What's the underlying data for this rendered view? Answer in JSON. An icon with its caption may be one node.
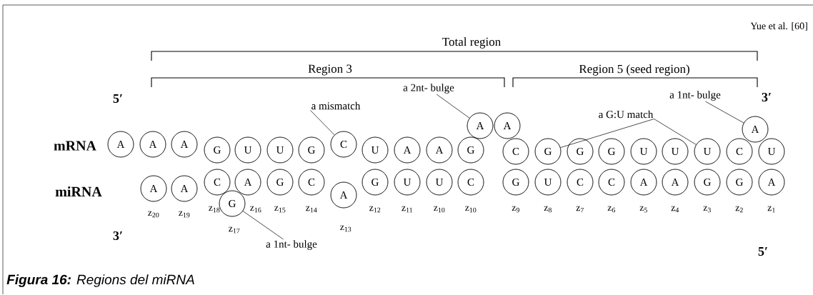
{
  "diagram": {
    "caption": "**Figura 16:** Regions del miRNA",
    "nodes": [
      {
        "text": [
          "a 2nt- bulge"
        ]
      },
      {
        "text": [
          "a 1nt- bulge"
        ]
      },
      {
        "text": [
          "a mismatch"
        ]
      },
      {
        "text": [
          "a G:U match"
        ]
      },
      {
        "text": [
          "A"
        ]
      },
      {
        "text": [
          "A"
        ]
      },
      {
        "text": [
          "A"
        ]
      },
      {
        "text": [
          "A"
        ]
      },
      {
        "text": [
          "A"
        ]
      },
      {
        "text": [
          "A"
        ]
      },
      {
        "text": [
          "G"
        ]
      },
      {
        "text": [
          "U"
        ]
      },
      {
        "text": [
          "U"
        ]
      },
      {
        "text": [
          "G"
        ]
      },
      {
        "text": [
          "C"
        ]
      },
      {
        "text": [
          "U"
        ]
      },
      {
        "text": [
          "A"
        ]
      },
      {
        "text": [
          "A"
        ]
      },
      {
        "text": [
          "G"
        ]
      },
      {
        "text": [
          "C"
        ]
      },
      {
        "text": [
          "G"
        ]
      },
      {
        "text": [
          "G"
        ]
      },
      {
        "text": [
          "G"
        ]
      },
      {
        "text": [
          "U"
        ]
      },
      {
        "text": [
          "U"
        ]
      },
      {
        "text": [
          "U"
        ]
      },
      {
        "text": [
          "C"
        ]
      },
      {
        "text": [
          "U"
        ]
      },
      {
        "text": [
          "A"
        ]
      },
      {
        "text": [
          "A"
        ]
      },
      {
        "text": [
          "C"
        ]
      },
      {
        "text": [
          "G"
        ]
      },
      {
        "text": [
          "A"
        ]
      },
      {
        "text": [
          "G"
        ]
      },
      {
        "text": [
          "C"
        ]
      },
      {
        "text": [
          "A"
        ]
      },
      {
        "text": [
          "G"
        ]
      },
      {
        "text": [
          "U"
        ]
      },
      {
        "text": [
          "U"
        ]
      },
      {
        "text": [
          "C"
        ]
      },
      {
        "text": [
          "G"
        ]
      },
      {
        "text": [
          "U"
        ]
      },
      {
        "text": [
          "C"
        ]
      },
      {
        "text": [
          "C"
        ]
      },
      {
        "text": [
          "A"
        ]
      },
      {
        "text": [
          "A"
        ]
      },
      {
        "text": [
          "G"
        ]
      },
      {
        "text": [
          "G"
        ]
      },
      {
        "text": [
          "A"
        ]
      },
      {
        "text": [
          "a 1nt- bulge"
        ]
      }
    ],
    "edges": [
      {
        "from": 2,
        "to": 14,
        "arrow": "none"
      },
      {
        "from": 0,
        "to": 4,
        "arrow": "none"
      },
      {
        "from": 3,
        "to": 20,
        "arrow": "none"
      },
      {
        "from": 3,
        "to": 25,
        "arrow": "none"
      },
      {
        "from": 1,
        "to": 6,
        "arrow": "none"
      },
      {
        "from": 49,
        "to": 31,
        "arrow": "none"
      }
    ],
    "labels": [
      "Yue et al. [60]",
      "Total region",
      "Region 3",
      "Region 5 (seed region)",
      "5′",
      "3′",
      "mRNA",
      "miRNA",
      "z$_{20}$",
      "z$_{19}$",
      "z$_{18}$",
      "z$_{16}$",
      "z$_{15}$",
      "z$_{14}$",
      "z$_{12}$",
      "z$_{11}$",
      "z$_{10}$",
      "z$_{10}$",
      "z$_{9}$",
      "z$_{8}$",
      "z$_{7}$",
      "z$_{6}$",
      "z$_{5}$",
      "z$_{4}$",
      "z$_{3}$",
      "z$_{2}$",
      "z$_{1}$",
      "z$_{17}$",
      "z$_{13}$",
      "3′",
      "5′"
    ]
  }
}
